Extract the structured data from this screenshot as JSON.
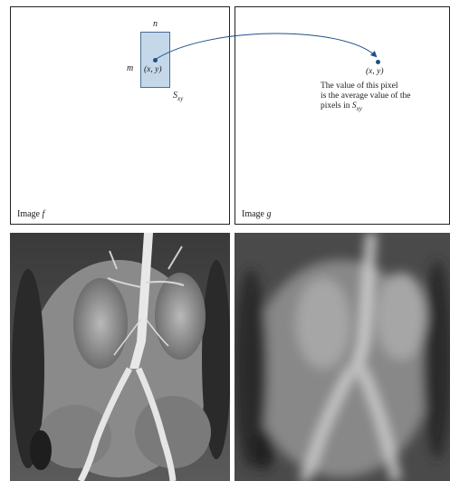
{
  "diagram": {
    "left_panel": {
      "label_n": "n",
      "label_m": "m",
      "label_xy": "(x, y)",
      "label_sxy": "S",
      "label_sxy_sub": "xy",
      "image_label_prefix": "Image ",
      "image_label_var": "f"
    },
    "right_panel": {
      "label_xy": "(x, y)",
      "caption_line1": "The value of this pixel",
      "caption_line2": "is the average value of the",
      "caption_line3_prefix": "pixels in ",
      "caption_line3_var": "S",
      "caption_line3_sub": "xy",
      "image_label_prefix": "Image ",
      "image_label_var": "g"
    }
  },
  "photos": {
    "left": "original angiogram (sharp)",
    "right": "averaged angiogram (blurred)"
  },
  "colors": {
    "arrow": "#1f4f86",
    "neighborhood_fill": "#c5d8ea",
    "neighborhood_border": "#4a6d93"
  }
}
